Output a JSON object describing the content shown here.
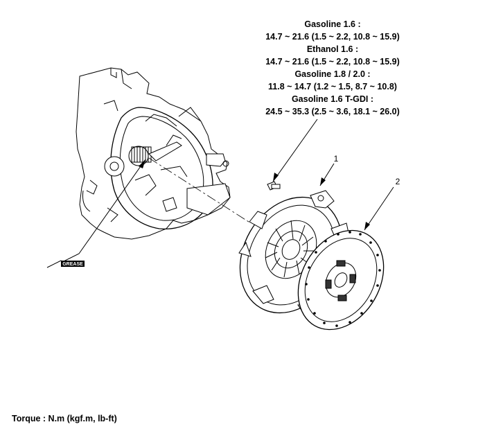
{
  "torque_specs": [
    {
      "label": "Gasoline 1.6 :",
      "value": "14.7 ~ 21.6 (1.5 ~ 2.2, 10.8 ~ 15.9)"
    },
    {
      "label": "Ethanol 1.6 :",
      "value": "14.7 ~ 21.6 (1.5 ~ 2.2, 10.8 ~ 15.9)"
    },
    {
      "label": "Gasoline 1.8 / 2.0 :",
      "value": "11.8 ~ 14.7 (1.2 ~ 1.5, 8.7 ~ 10.8)"
    },
    {
      "label": "Gasoline 1.6 T-GDI :",
      "value": "24.5 ~ 35.3 (2.5 ~ 3.6, 18.1 ~ 26.0)"
    }
  ],
  "callouts": {
    "part1": "1",
    "part2": "2"
  },
  "grease_label": "GREASE",
  "footer_text": "Torque : N.m (kgf.m, lb-ft)"
}
